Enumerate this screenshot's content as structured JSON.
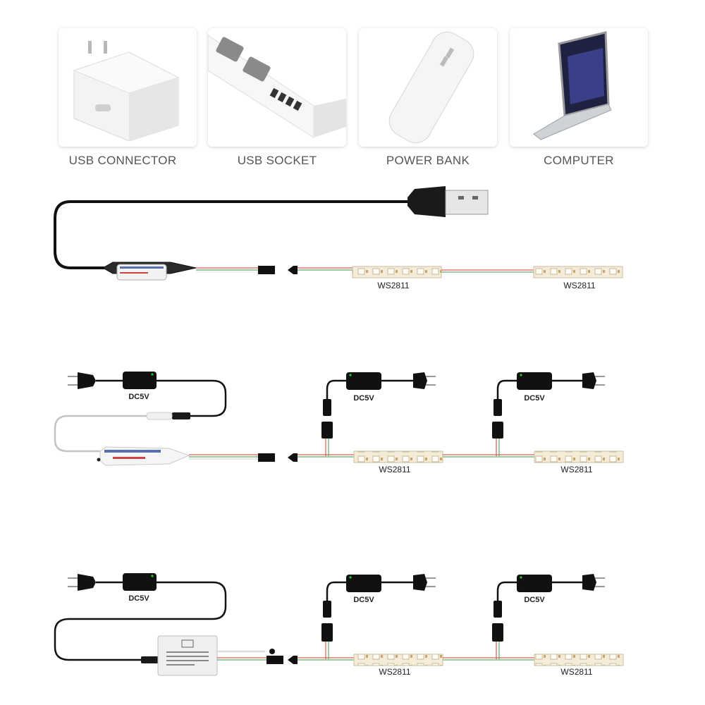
{
  "sources": [
    {
      "caption": "USB CONNECTOR",
      "icon": "usb-charger-icon"
    },
    {
      "caption": "USB SOCKET",
      "icon": "power-strip-icon"
    },
    {
      "caption": "POWER BANK",
      "icon": "power-bank-icon"
    },
    {
      "caption": "COMPUTER",
      "icon": "laptop-icon"
    }
  ],
  "diagram1": {
    "strip_labels": [
      "WS2811",
      "WS2811"
    ]
  },
  "diagram2": {
    "adapter_labels": [
      "DC5V",
      "DC5V",
      "DC5V"
    ],
    "strip_labels": [
      "WS2811",
      "WS2811"
    ]
  },
  "diagram3": {
    "adapter_labels": [
      "DC5V",
      "DC5V",
      "DC5V"
    ],
    "strip_labels": [
      "WS2811",
      "WS2811"
    ]
  },
  "colors": {
    "wire": "#111111",
    "red_wire": "#d23a2a",
    "green_wire": "#3a9a4a",
    "strip": "#f4ecd8",
    "caption": "#555555"
  }
}
